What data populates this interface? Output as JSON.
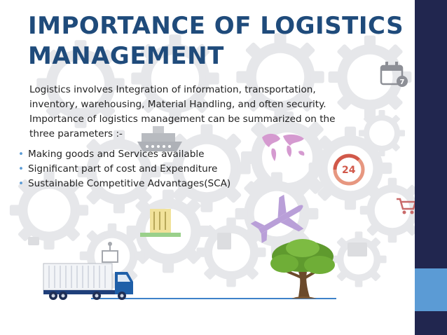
{
  "slide": {
    "title_lines": [
      "IMPORTANCE OF LOGISTICS",
      "MANAGEMENT"
    ],
    "intro_lines": [
      "Logistics involves Integration of information, transportation,",
      "inventory, warehousing, Material Handling, and often security.",
      "Importance of logistics management can be summarized on the",
      "three parameters :-"
    ],
    "bullets": [
      "Making goods and Services available",
      "Significant part of cost and Expenditure",
      "Sustainable Competitive Advantages(SCA)"
    ],
    "icons": [
      "calendar-icon",
      "truck-icon",
      "tree-icon",
      "airplane-icon",
      "world-map-icon",
      "cargo-ship-icon",
      "24-hours-icon",
      "shopping-cart-icon",
      "warehouse-icon",
      "package-icon",
      "gear-icon"
    ],
    "colors": {
      "title": "#1f4b7b",
      "bullet": "#5b9bd5",
      "side_bar": "#21264f",
      "side_accent": "#5b9bd5"
    }
  }
}
